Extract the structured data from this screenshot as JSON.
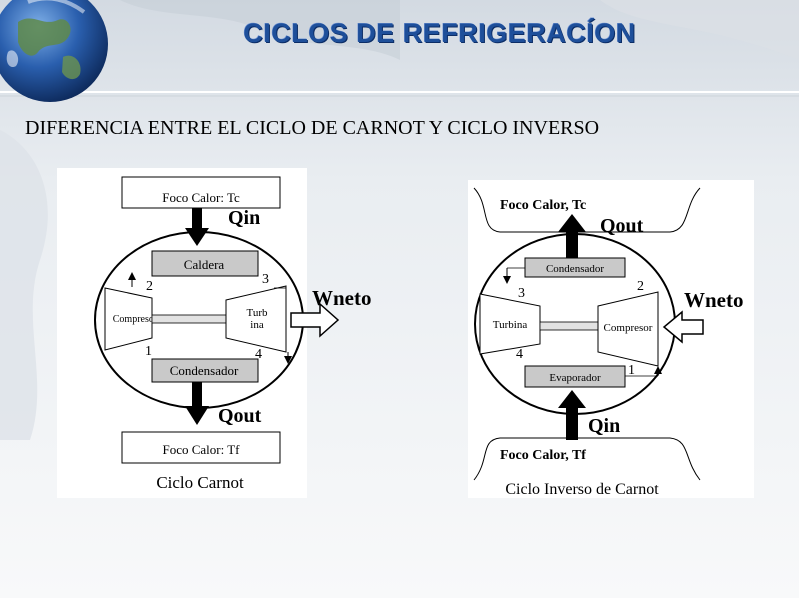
{
  "slide": {
    "title": "CICLOS DE REFRIGERACÍON",
    "subtitle": "DIFERENCIA ENTRE EL CICLO DE CARNOT Y CICLO INVERSO"
  },
  "carnot": {
    "hot_box": "Foco Calor: Tc",
    "q_in": "Qin",
    "boiler": "Caldera",
    "compressor": "Compresor",
    "turbine_line1": "Turb",
    "turbine_line2": "ina",
    "condenser": "Condensador",
    "w_net": "Wneto",
    "q_out": "Qout",
    "cold_box": "Foco Calor: Tf",
    "state_1": "1",
    "state_2": "2",
    "state_3": "3",
    "state_4": "4",
    "caption": "Ciclo Carnot"
  },
  "inverse": {
    "hot_label": "Foco Calor, Tc",
    "q_out": "Qout",
    "condenser": "Condensador",
    "turbine": "Turbina",
    "compressor": "Compresor",
    "evaporator": "Evaporador",
    "w_net": "Wneto",
    "q_in": "Qin",
    "cold_label": "Foco Calor, Tf",
    "state_1": "1",
    "state_2": "2",
    "state_3": "3",
    "state_4": "4",
    "caption": "Ciclo Inverso de Carnot"
  }
}
